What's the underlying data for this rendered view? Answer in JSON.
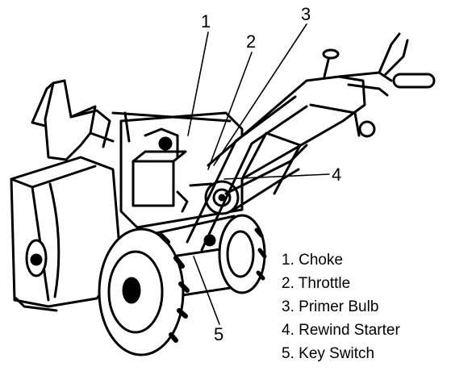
{
  "callouts": [
    "1",
    "2",
    "3",
    "4",
    "5"
  ],
  "legend": [
    {
      "number": "1.",
      "label": "Choke"
    },
    {
      "number": "2.",
      "label": "Throttle"
    },
    {
      "number": "3.",
      "label": "Primer Bulb"
    },
    {
      "number": "4.",
      "label": "Rewind Starter"
    },
    {
      "number": "5.",
      "label": "Key Switch"
    }
  ]
}
